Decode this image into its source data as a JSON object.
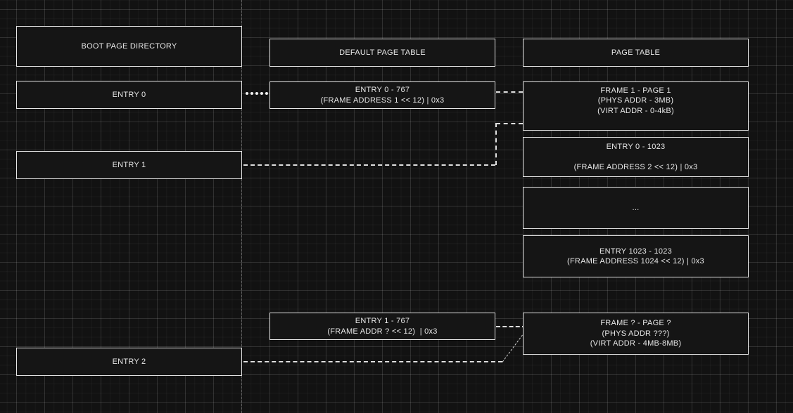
{
  "app": {
    "kind": "whiteboard-canvas-diagram",
    "theme": "dark",
    "colors": {
      "background": "#121212",
      "shape_fill": "#151515",
      "shape_border": "#e6e6e6",
      "text": "#e8e8e8",
      "connector": "#dedede",
      "grid_major": "rgba(255,255,255,0.10)",
      "grid_minor": "rgba(255,255,255,0.035)",
      "guide_line": "rgba(190,190,190,0.35)"
    }
  },
  "boxes": {
    "boot_directory_title": "BOOT PAGE DIRECTORY",
    "entry0": "ENTRY 0",
    "entry1": "ENTRY 1",
    "entry2": "ENTRY 2",
    "default_table_title": "DEFAULT PAGE TABLE",
    "default_entry0": "ENTRY 0 - 767\n(FRAME ADDRESS 1 << 12) | 0x3",
    "default_entry1": "ENTRY 1 - 767\n(FRAME ADDR ? << 12)  | 0x3",
    "page_table_title": "PAGE TABLE",
    "frame1": "FRAME 1 - PAGE 1\n(PHYS ADDR - 3MB)\n(VIRT ADDR - 0-4kB)",
    "pt_entry0": "ENTRY 0 - 1023\n\n(FRAME ADDRESS 2 << 12) | 0x3",
    "ellipsis": "...",
    "pt_entry1023": "ENTRY 1023 - 1023\n(FRAME ADDRESS 1024 << 12) | 0x3",
    "frame_q": "FRAME ? - PAGE ?\n(PHYS ADDR ???)\n(VIRT ADDR - 4MB-8MB)"
  }
}
